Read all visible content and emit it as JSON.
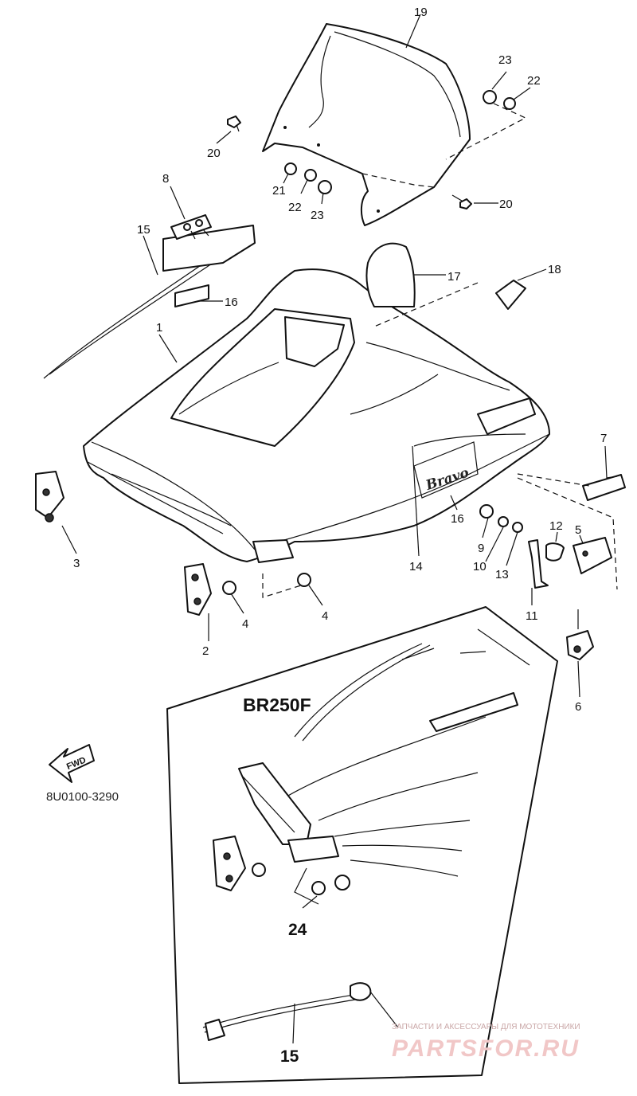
{
  "diagram": {
    "model_label": "BR250F",
    "drawing_code": "8U0100-3290",
    "forward_arrow_text": "FWD",
    "brand_decal": "Bravo",
    "callouts": {
      "c1": "1",
      "c2": "2",
      "c3": "3",
      "c4a": "4",
      "c4b": "4",
      "c5": "5",
      "c6": "6",
      "c7": "7",
      "c8": "8",
      "c9": "9",
      "c10": "10",
      "c11": "11",
      "c12": "12",
      "c13": "13",
      "c14": "14",
      "c15": "15",
      "c15b": "15",
      "c16a": "16",
      "c16b": "16",
      "c17": "17",
      "c18": "18",
      "c19": "19",
      "c20a": "20",
      "c20b": "20",
      "c21": "21",
      "c22a": "22",
      "c22b": "22",
      "c23a": "23",
      "c23b": "23",
      "c24": "24"
    },
    "watermark": {
      "caption": "ЗАПЧАСТИ И АКСЕССУАРЫ ДЛЯ МОТОТЕХНИКИ",
      "site": "PARTSFOR.RU"
    }
  }
}
